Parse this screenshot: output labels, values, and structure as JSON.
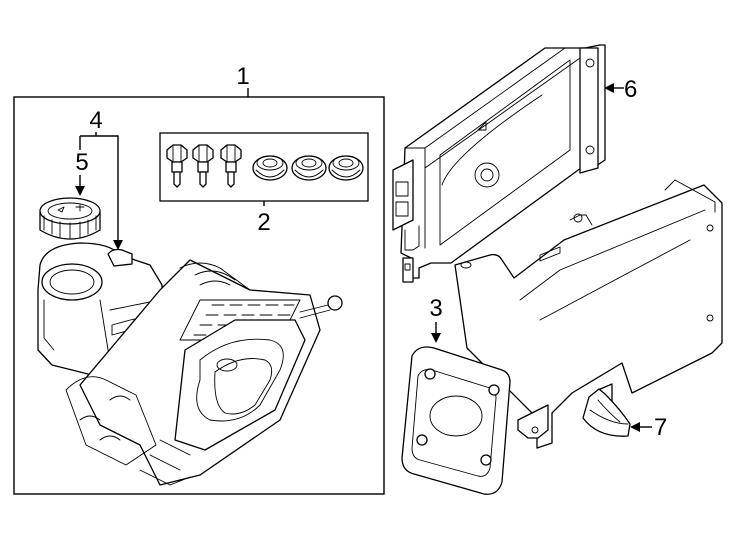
{
  "diagram": {
    "callouts": [
      {
        "id": "1",
        "label": "1",
        "part": "brake-booster-assembly"
      },
      {
        "id": "2",
        "label": "2",
        "part": "mounting-hardware-kit"
      },
      {
        "id": "3",
        "label": "3",
        "part": "gasket"
      },
      {
        "id": "4",
        "label": "4",
        "part": "fluid-reservoir"
      },
      {
        "id": "5",
        "label": "5",
        "part": "reservoir-cap"
      },
      {
        "id": "6",
        "label": "6",
        "part": "control-module"
      },
      {
        "id": "7",
        "label": "7",
        "part": "bracket-clip"
      }
    ]
  }
}
